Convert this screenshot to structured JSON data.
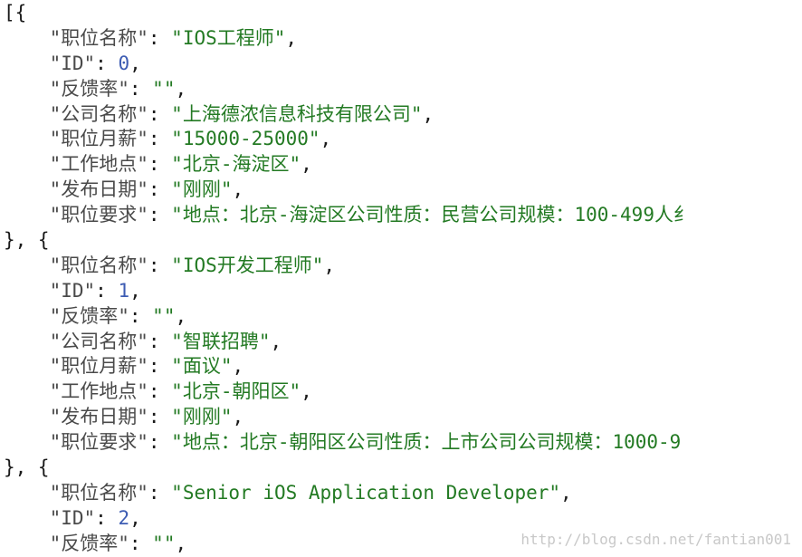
{
  "lines": [
    {
      "type": "open",
      "text": "[{"
    },
    {
      "type": "kv",
      "key": "\"职位名称\"",
      "value": "\"IOS工程师\"",
      "vtype": "str"
    },
    {
      "type": "kv",
      "key": "\"ID\"",
      "value": "0",
      "vtype": "num"
    },
    {
      "type": "kv",
      "key": "\"反馈率\"",
      "value": "\"\"",
      "vtype": "str"
    },
    {
      "type": "kv",
      "key": "\"公司名称\"",
      "value": "\"上海德浓信息科技有限公司\"",
      "vtype": "str"
    },
    {
      "type": "kv",
      "key": "\"职位月薪\"",
      "value": "\"15000-25000\"",
      "vtype": "str"
    },
    {
      "type": "kv",
      "key": "\"工作地点\"",
      "value": "\"北京-海淀区\"",
      "vtype": "str"
    },
    {
      "type": "kv",
      "key": "\"发布日期\"",
      "value": "\"刚刚\"",
      "vtype": "str"
    },
    {
      "type": "kv-last",
      "key": "\"职位要求\"",
      "value": "\"地点：北京-海淀区公司性质：民营公司规模：100-499人纟",
      "vtype": "str"
    },
    {
      "type": "sep",
      "text": "}, {"
    },
    {
      "type": "kv",
      "key": "\"职位名称\"",
      "value": "\"IOS开发工程师\"",
      "vtype": "str"
    },
    {
      "type": "kv",
      "key": "\"ID\"",
      "value": "1",
      "vtype": "num"
    },
    {
      "type": "kv",
      "key": "\"反馈率\"",
      "value": "\"\"",
      "vtype": "str"
    },
    {
      "type": "kv",
      "key": "\"公司名称\"",
      "value": "\"智联招聘\"",
      "vtype": "str"
    },
    {
      "type": "kv",
      "key": "\"职位月薪\"",
      "value": "\"面议\"",
      "vtype": "str"
    },
    {
      "type": "kv",
      "key": "\"工作地点\"",
      "value": "\"北京-朝阳区\"",
      "vtype": "str"
    },
    {
      "type": "kv",
      "key": "\"发布日期\"",
      "value": "\"刚刚\"",
      "vtype": "str"
    },
    {
      "type": "kv-last",
      "key": "\"职位要求\"",
      "value": "\"地点：北京-朝阳区公司性质：上市公司公司规模：1000-9",
      "vtype": "str"
    },
    {
      "type": "sep",
      "text": "}, {"
    },
    {
      "type": "kv",
      "key": "\"职位名称\"",
      "value": "\"Senior iOS Application Developer\"",
      "vtype": "str"
    },
    {
      "type": "kv",
      "key": "\"ID\"",
      "value": "2",
      "vtype": "num"
    },
    {
      "type": "kv",
      "key": "\"反馈率\"",
      "value": "\"\"",
      "vtype": "str"
    }
  ],
  "watermark": "http://blog.csdn.net/fantian001",
  "colors": {
    "background": "#ffffff",
    "key": "#4a4a4a",
    "string": "#237a23",
    "number": "#3d5cb3",
    "punctuation": "#1a1a1a",
    "watermark": "#c8c8c8"
  }
}
